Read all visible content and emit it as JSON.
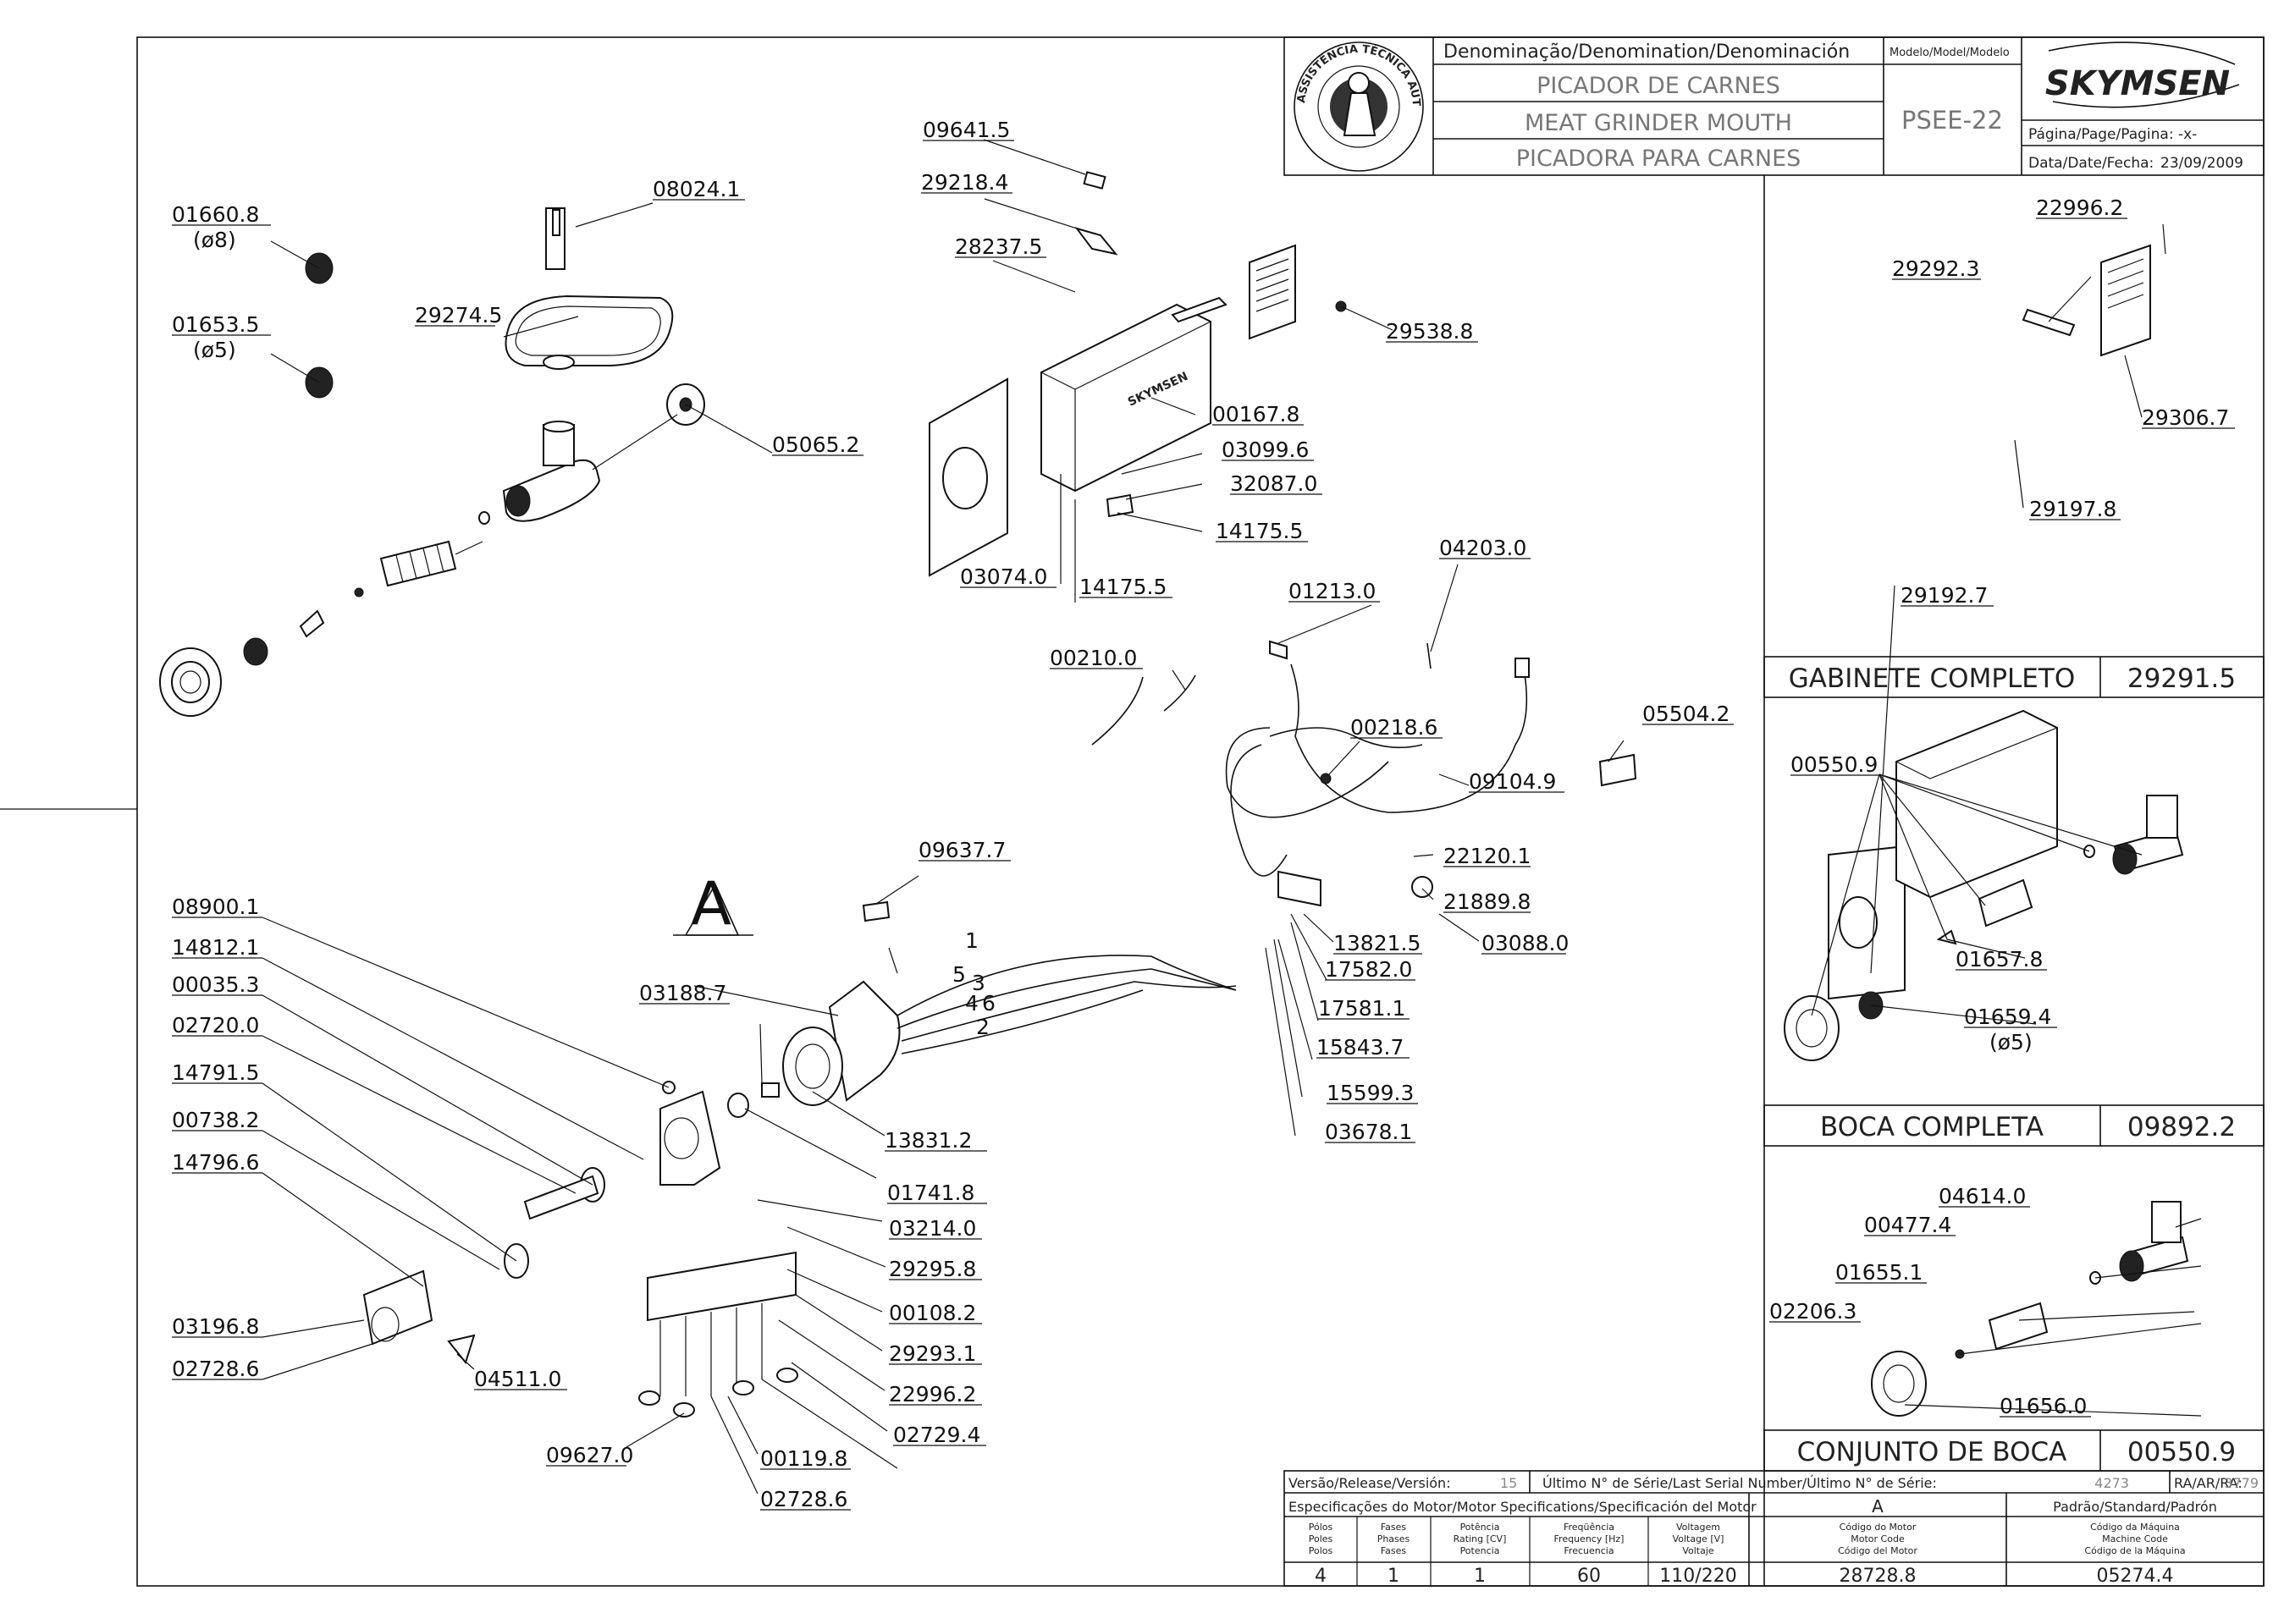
{
  "title_block": {
    "denomination_header": "Denominação/Denomination/Denominación",
    "names": [
      "PICADOR DE CARNES",
      "MEAT GRINDER MOUTH",
      "PICADORA PARA CARNES"
    ],
    "model_header": "Modelo/Model/Modelo",
    "model": "PSEE-22",
    "brand": "SKYMSEN",
    "stamp_text": "ASSISTÊNCIA TÉCNICA AUTORIZADA",
    "page_label": "Página/Page/Pagina: -x-",
    "date_label": "Data/Date/Fecha:",
    "date": "23/09/2009"
  },
  "subassemblies": [
    {
      "name": "GABINETE COMPLETO",
      "code": "29291.5"
    },
    {
      "name": "BOCA COMPLETA",
      "code": "09892.2"
    },
    {
      "name": "CONJUNTO DE BOCA",
      "code": "00550.9"
    }
  ],
  "callouts": {
    "c01660": "01660.8",
    "c01660s": "(ø8)",
    "c01653": "01653.5",
    "c01653s": "(ø5)",
    "c08024": "08024.1",
    "c29274": "29274.5",
    "c05065": "05065.2",
    "c09641": "09641.5",
    "c29218": "29218.4",
    "c28237": "28237.5",
    "c29538": "29538.8",
    "c00167": "00167.8",
    "c03099": "03099.6",
    "c32087": "32087.0",
    "c14175a": "14175.5",
    "c03074": "03074.0",
    "c14175b": "14175.5",
    "c04203": "04203.0",
    "c01213": "01213.0",
    "c00210": "00210.0",
    "c00218": "00218.6",
    "c09104": "09104.9",
    "c05504": "05504.2",
    "c09637": "09637.7",
    "cA": "A",
    "c22120": "22120.1",
    "c21889": "21889.8",
    "c13821": "13821.5",
    "c03088": "03088.0",
    "c17582": "17582.0",
    "c17581": "17581.1",
    "c15843": "15843.7",
    "c15599": "15599.3",
    "c03678": "03678.1",
    "w1": "1",
    "w5": "5",
    "w3": "3",
    "w4": "4",
    "w6": "6",
    "w2": "2",
    "c08900": "08900.1",
    "c14812": "14812.1",
    "c00035": "00035.3",
    "c02720": "02720.0",
    "c14791": "14791.5",
    "c00738": "00738.2",
    "c14796": "14796.6",
    "c03196": "03196.8",
    "c02728a": "02728.6",
    "c04511": "04511.0",
    "c03188": "03188.7",
    "c13831": "13831.2",
    "c01741": "01741.8",
    "c03214": "03214.0",
    "c29295": "29295.8",
    "c00108": "00108.2",
    "c29293": "29293.1",
    "c22996a": "22996.2",
    "c02729": "02729.4",
    "c09627": "09627.0",
    "c00119": "00119.8",
    "c02728b": "02728.6",
    "r22996": "22996.2",
    "r29292": "29292.3",
    "r29306": "29306.7",
    "r29197": "29197.8",
    "r29192": "29192.7",
    "r00550": "00550.9",
    "r01657": "01657.8",
    "r01659": "01659.4",
    "r01659s": "(ø5)",
    "r04614": "04614.0",
    "r00477": "00477.4",
    "r01655": "01655.1",
    "r02206": "02206.3",
    "r01656": "01656.0"
  },
  "footer": {
    "version_label": "Versão/Release/Versión:",
    "version": "15",
    "serial_label": "Último N° de Série/Last Serial Number/Último N° de Série:",
    "serial": "4273",
    "ra_label": "RA/AR/RA:",
    "ra": "3779",
    "motor_spec_label": "Especificações do Motor/Motor Specifications/Specificación del Motor",
    "revision": "A",
    "standard_label": "Padrão/Standard/Padrón",
    "poles_label": [
      "Pólos",
      "Poles",
      "Polos"
    ],
    "phases_label": [
      "Fases",
      "Phases",
      "Fases"
    ],
    "power_label": [
      "Potência",
      "Rating [CV]",
      "Potencia"
    ],
    "freq_label": [
      "Freqüência",
      "Frequency [Hz]",
      "Frecuencia"
    ],
    "voltage_label": [
      "Voltagem",
      "Voltage [V]",
      "Voltaje"
    ],
    "motor_code_label": [
      "Código do Motor",
      "Motor Code",
      "Código del Motor"
    ],
    "machine_code_label": [
      "Código da Máquina",
      "Machine Code",
      "Código de la Máquina"
    ],
    "poles": "4",
    "phases": "1",
    "power": "1",
    "frequency": "60",
    "voltage": "110/220",
    "motor_code": "28728.8",
    "machine_code": "05274.4"
  }
}
